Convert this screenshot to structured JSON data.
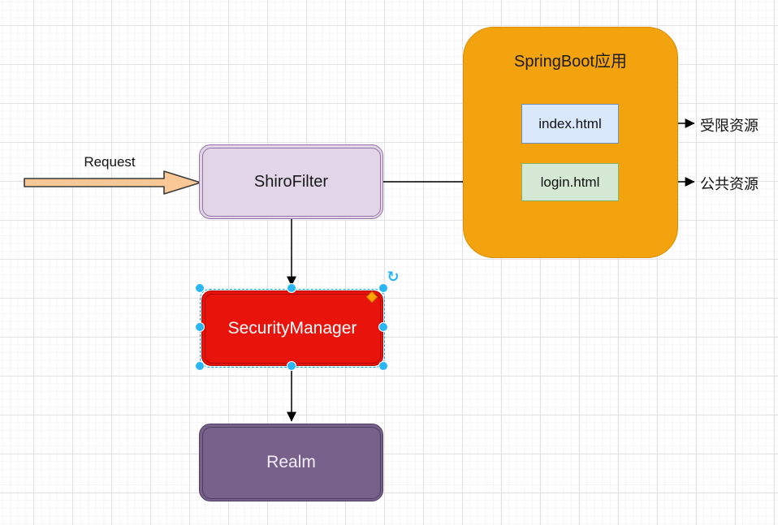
{
  "diagram": {
    "request": {
      "label": "Request",
      "arrow_fill": "#f9c896",
      "arrow_stroke": "#3b3b3b"
    },
    "nodes": {
      "shiro_filter": {
        "label": "ShiroFilter",
        "fill": "#e1d5e7",
        "border": "#9673a6"
      },
      "springboot": {
        "label": "SpringBoot应用",
        "fill": "#f2a30d"
      },
      "index_html": {
        "label": "index.html",
        "fill": "#dae8fc",
        "border": "#6c8ebf"
      },
      "login_html": {
        "label": "login.html",
        "fill": "#d5e8d4",
        "border": "#82b366"
      },
      "security_manager": {
        "label": "SecurityManager",
        "fill": "#e8130b",
        "border": "#ad0a00",
        "selected": true
      },
      "realm": {
        "label": "Realm",
        "fill": "#77618b",
        "border": "#4d3d61"
      }
    },
    "end_labels": {
      "restricted": "受限资源",
      "public": "公共资源"
    },
    "selection": {
      "handle_color": "#29b6f2",
      "outline_color": "#00a8e8",
      "rotate_glyph": "↻",
      "diamond_color": "#ffa500"
    },
    "connector_color": "#000000",
    "grid": {
      "minor_color": "#f5f5f5",
      "major_color": "#e2e2e2"
    }
  }
}
